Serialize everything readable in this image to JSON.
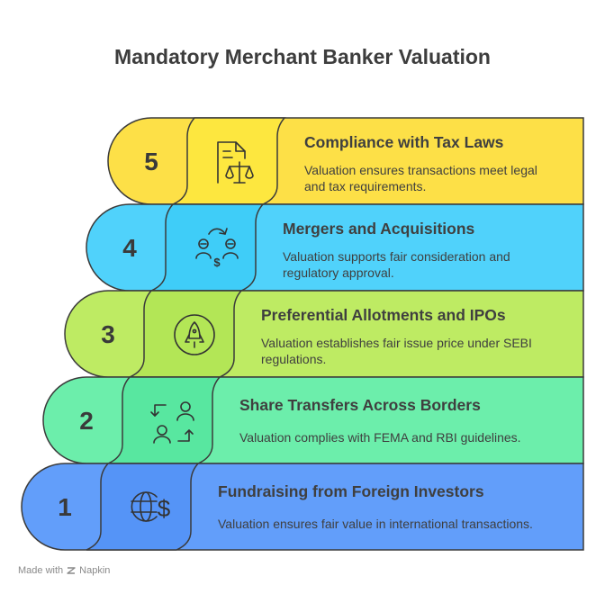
{
  "title": "Mandatory Merchant Banker Valuation",
  "footer": {
    "made_with": "Made with",
    "brand": "Napkin"
  },
  "steps": [
    {
      "number": "5",
      "title": "Compliance with Tax Laws",
      "desc_lines": [
        "Valuation ensures transactions meet legal",
        "and tax requirements."
      ],
      "icon": "document-scale-icon",
      "color": "#FDE047",
      "color_mid": "#FDE73F"
    },
    {
      "number": "4",
      "title": "Mergers and Acquisitions",
      "desc_lines": [
        "Valuation supports fair consideration and",
        "regulatory approval."
      ],
      "icon": "merger-people-icon",
      "color": "#50D2FB",
      "color_mid": "#3FCDF8"
    },
    {
      "number": "3",
      "title": "Preferential Allotments and IPOs",
      "desc_lines": [
        "Valuation establishes fair issue price under SEBI",
        "regulations."
      ],
      "icon": "rocket-icon",
      "color": "#BEEB63",
      "color_mid": "#B3E656"
    },
    {
      "number": "2",
      "title": "Share Transfers Across Borders",
      "desc_lines": [
        "Valuation complies with FEMA and RBI guidelines."
      ],
      "icon": "user-exchange-icon",
      "color": "#6CEEAB",
      "color_mid": "#58E7A0"
    },
    {
      "number": "1",
      "title": "Fundraising from Foreign Investors",
      "desc_lines": [
        "Valuation ensures fair value in international transactions."
      ],
      "icon": "globe-dollar-icon",
      "color": "#629EFA",
      "color_mid": "#5594F7"
    }
  ]
}
